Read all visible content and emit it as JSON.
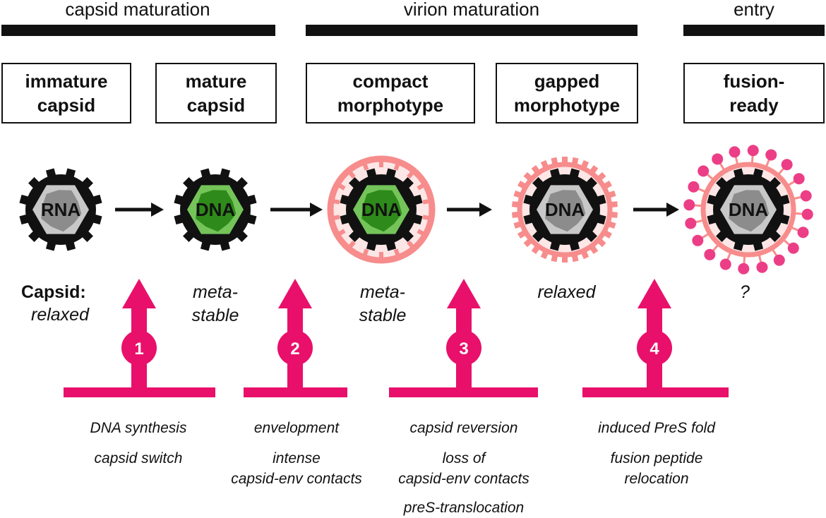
{
  "phases": [
    {
      "label": "capsid maturation"
    },
    {
      "label": "virion maturation"
    },
    {
      "label": "entry"
    }
  ],
  "stages": [
    {
      "label": "immature\ncapsid"
    },
    {
      "label": "mature\ncapsid"
    },
    {
      "label": "compact\nmorphotype"
    },
    {
      "label": "gapped\nmorphotype"
    },
    {
      "label": "fusion-\nready"
    }
  ],
  "particles": [
    {
      "genome": "RNA",
      "core_color": "#8c8c8c",
      "envelope": "none"
    },
    {
      "genome": "DNA",
      "core_color": "#2e8a1a",
      "envelope": "none"
    },
    {
      "genome": "DNA",
      "core_color": "#2e8a1a",
      "envelope": "compact"
    },
    {
      "genome": "DNA",
      "core_color": "#8c8c8c",
      "envelope": "gapped"
    },
    {
      "genome": "DNA",
      "core_color": "#8c8c8c",
      "envelope": "spiked"
    }
  ],
  "capsid_label": "Capsid:",
  "capsid_states": [
    "relaxed",
    "meta-\nstable",
    "meta-\nstable",
    "relaxed",
    "?"
  ],
  "steps": [
    {
      "number": "1",
      "notes": [
        "DNA synthesis",
        "capsid switch"
      ]
    },
    {
      "number": "2",
      "notes": [
        "envelopment",
        "intense\ncapsid-env contacts"
      ]
    },
    {
      "number": "3",
      "notes": [
        "capsid  reversion",
        "loss of\ncapsid-env contacts",
        "preS-translocation"
      ]
    },
    {
      "number": "4",
      "notes": [
        "induced PreS fold",
        "fusion peptide\nrelocation"
      ]
    }
  ],
  "colors": {
    "accent": "#e8106a",
    "envelope": "#f78c8c",
    "envelope_fill": "#fde6e6",
    "spike": "#ec3e86",
    "capsid_black": "#111111",
    "mature_core_light": "#74c45a"
  }
}
